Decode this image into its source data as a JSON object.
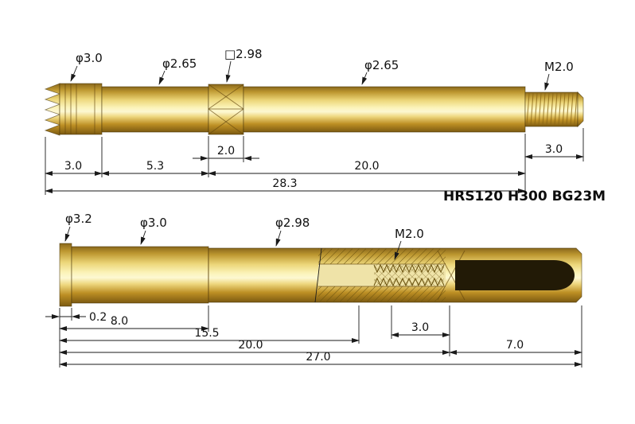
{
  "part_number": "HRS120 H300 BG23M",
  "top": {
    "callouts": [
      "φ3.0",
      "φ2.65",
      "□2.98",
      "φ2.65",
      "M2.0"
    ],
    "dims": [
      "2.0",
      "3.0",
      "5.3",
      "20.0",
      "3.0",
      "28.3"
    ]
  },
  "bottom": {
    "callouts": [
      "φ3.2",
      "φ3.0",
      "φ2.98",
      "M2.0"
    ],
    "dims": [
      "0.2",
      "8.0",
      "15.5",
      "3.0",
      "20.0",
      "7.0",
      "27.0"
    ]
  },
  "colors": {
    "brass_highlight": "#fdf8d2",
    "brass_light": "#fbf3b8",
    "brass_mid": "#bd9730",
    "brass_dark": "#7c5a11",
    "line": "#1a1a1a",
    "cavity": "#221a06",
    "bore": "#efe3a8"
  }
}
